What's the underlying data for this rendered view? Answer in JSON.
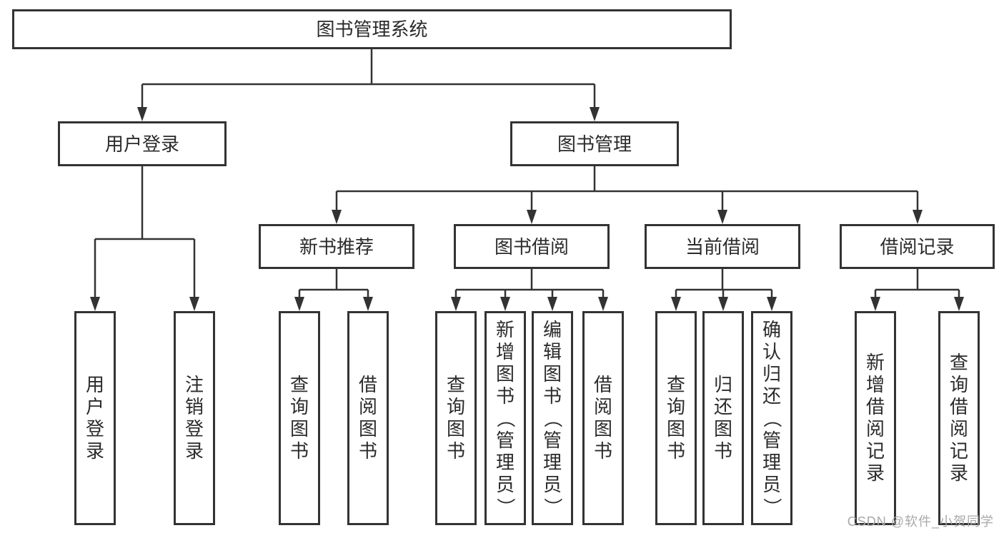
{
  "diagram": {
    "title": "图书管理系统",
    "watermark": "CSDN @软件_小贺同学",
    "colors": {
      "line": "#333333",
      "box_border": "#333333",
      "text": "#2b2b2b",
      "watermark": "#a9a9a9",
      "background": "#ffffff"
    },
    "tree": {
      "root": {
        "label": "图书管理系统"
      },
      "level2": [
        {
          "label": "用户登录",
          "children": [
            {
              "label": "用户登录"
            },
            {
              "label": "注销登录"
            }
          ]
        },
        {
          "label": "图书管理",
          "children": [
            {
              "label": "新书推荐",
              "children": [
                {
                  "label": "查询图书"
                },
                {
                  "label": "借阅图书"
                }
              ]
            },
            {
              "label": "图书借阅",
              "children": [
                {
                  "label": "查询图书"
                },
                {
                  "label": "新增图书（管理员）"
                },
                {
                  "label": "编辑图书（管理员）"
                },
                {
                  "label": "借阅图书"
                }
              ]
            },
            {
              "label": "当前借阅",
              "children": [
                {
                  "label": "查询图书"
                },
                {
                  "label": "归还图书"
                },
                {
                  "label": "确认归还（管理员）"
                }
              ]
            },
            {
              "label": "借阅记录",
              "children": [
                {
                  "label": "新增借阅记录"
                },
                {
                  "label": "查询借阅记录"
                }
              ]
            }
          ]
        }
      ]
    }
  }
}
